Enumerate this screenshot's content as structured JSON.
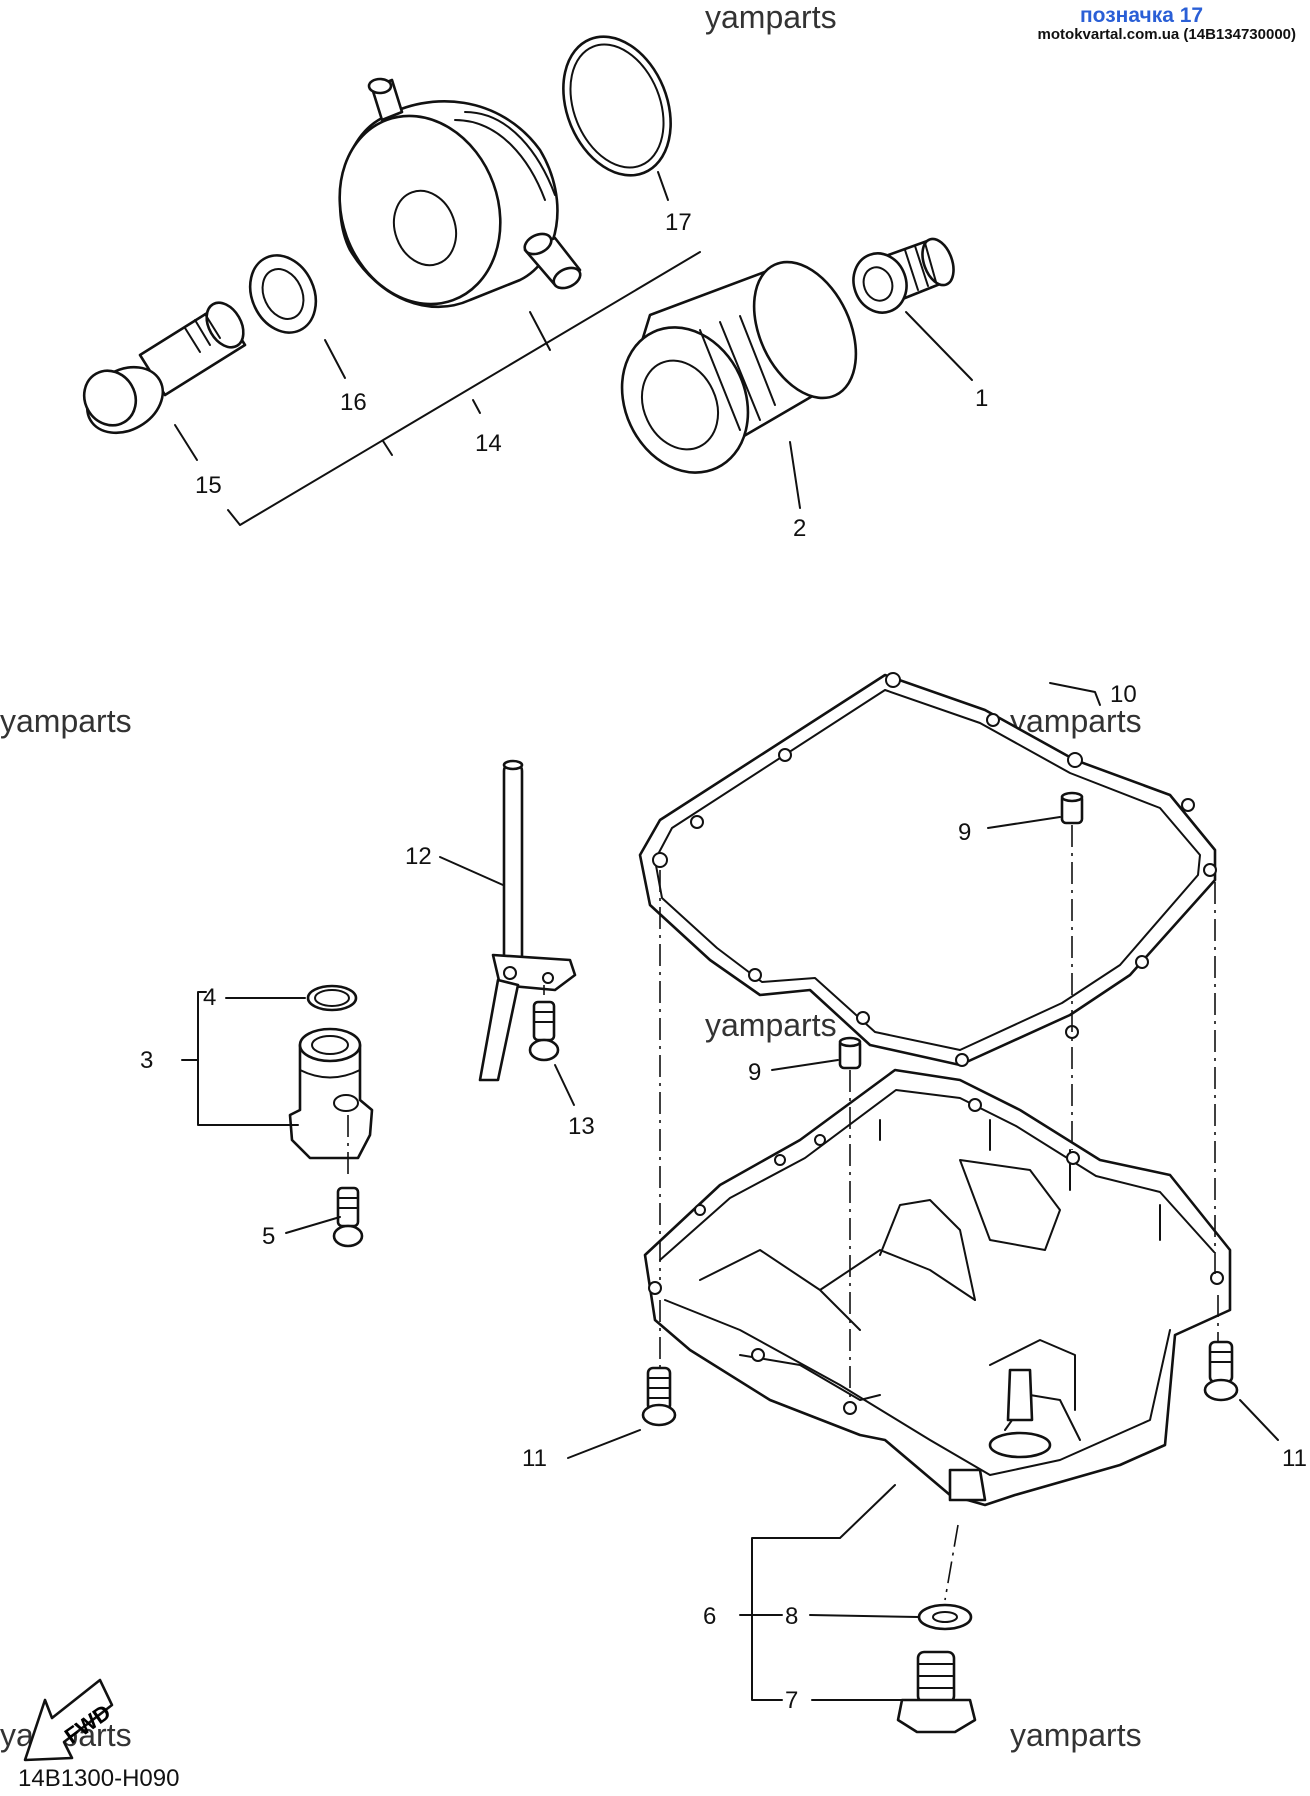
{
  "header": {
    "position_label": "позначка 17",
    "site_label": "motokvartal.com.ua (14B134730000)",
    "link_color": "#2a5fd6"
  },
  "watermarks": [
    "yamparts",
    "yamparts",
    "yamparts",
    "yamparts",
    "yamparts",
    "yamparts"
  ],
  "callouts": [
    "1",
    "2",
    "3",
    "4",
    "5",
    "6",
    "7",
    "8",
    "9",
    "9",
    "10",
    "11",
    "11",
    "12",
    "13",
    "14",
    "15",
    "16",
    "17"
  ],
  "fwd_label": "FWD",
  "diagram_code": "14B1300-H090"
}
